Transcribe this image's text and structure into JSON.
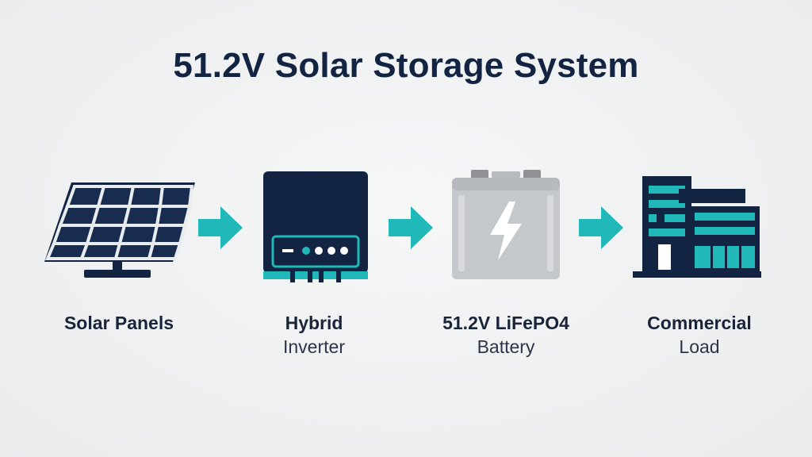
{
  "title": "51.2V Solar Storage System",
  "colors": {
    "navy": "#132442",
    "teal": "#20b8b8",
    "battery_gray": "#c4c7cb",
    "background": "#eef0f1"
  },
  "components": [
    {
      "icon": "solar-panel-icon",
      "label_line1": "Solar Panels",
      "label_line2": ""
    },
    {
      "icon": "inverter-icon",
      "label_line1": "Hybrid",
      "label_line2": "Inverter"
    },
    {
      "icon": "battery-icon",
      "label_line1": "51.2V LiFePO4",
      "label_line2": "Battery"
    },
    {
      "icon": "commercial-building-icon",
      "label_line1": "Commercial",
      "label_line2": "Load"
    }
  ],
  "arrows": [
    "arrow-right-icon",
    "arrow-right-icon",
    "arrow-right-icon"
  ]
}
